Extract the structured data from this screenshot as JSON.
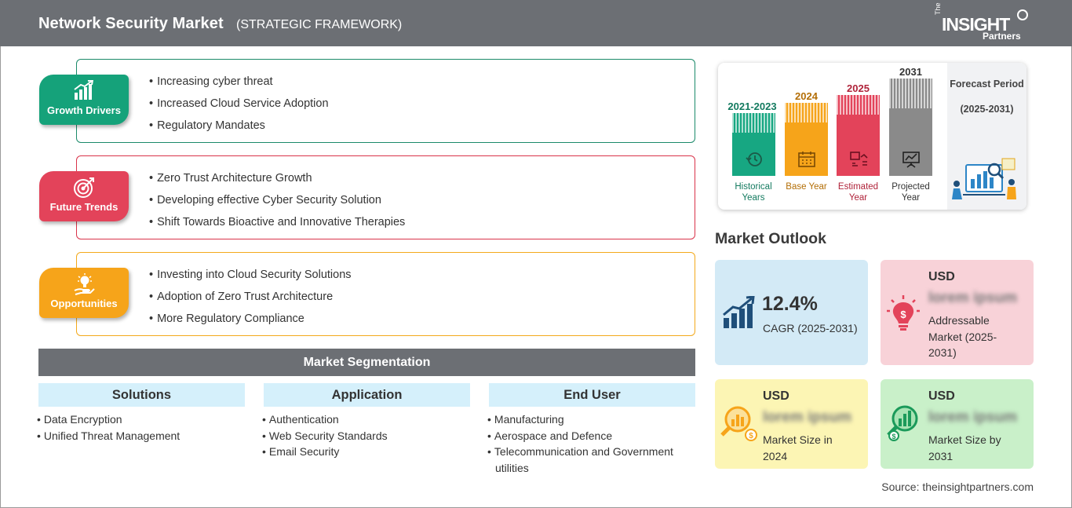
{
  "header": {
    "title": "Network Security Market",
    "subtitle": "(STRATEGIC FRAMEWORK)",
    "logo": {
      "the": "The",
      "insight": "INSIGHT",
      "partners": "Partners"
    }
  },
  "framework": [
    {
      "label": "Growth Drivers",
      "color": "#15a27a",
      "items": [
        "Increasing cyber threat",
        "Increased Cloud Service Adoption",
        "Regulatory Mandates"
      ]
    },
    {
      "label": "Future Trends",
      "color": "#e3435a",
      "items": [
        "Zero Trust Architecture Growth",
        "Developing effective Cyber Security Solution",
        "Shift Towards Bioactive and Innovative Therapies"
      ]
    },
    {
      "label": "Opportunities",
      "color": "#f6a41a",
      "items": [
        "Investing into Cloud Security Solutions",
        "Adoption of Zero Trust Architecture",
        "More Regulatory Compliance"
      ]
    }
  ],
  "segmentation": {
    "title": "Market Segmentation",
    "columns": [
      {
        "heading": "Solutions",
        "items": [
          "Data Encryption",
          "Unified Threat Management"
        ]
      },
      {
        "heading": "Application",
        "items": [
          "Authentication",
          "Web Security Standards",
          "Email Security"
        ]
      },
      {
        "heading": "End User",
        "items": [
          "Manufacturing",
          "Aerospace and Defence",
          "Telecommunication and Government utilities"
        ]
      }
    ]
  },
  "timeline": {
    "bars": [
      {
        "year": "2021-2023",
        "caption": "Historical Years",
        "color": "#17a782",
        "text_color": "#137a5f"
      },
      {
        "year": "2024",
        "caption": "Base Year",
        "color": "#f6a41a",
        "text_color": "#b36e06"
      },
      {
        "year": "2025",
        "caption": "Estimated Year",
        "color": "#e3435a",
        "text_color": "#b0233a"
      },
      {
        "year": "2031",
        "caption": "Projected Year",
        "color": "#8a8a8a",
        "text_color": "#333333"
      }
    ],
    "forecast_label": "Forecast Period",
    "forecast_range": "(2025-2031)"
  },
  "outlook": {
    "title": "Market Outlook",
    "cagr": {
      "value": "12.4%",
      "label": "CAGR (2025-2031)"
    },
    "addressable": {
      "currency": "USD",
      "value": "lorem ipsum",
      "label": "Addressable Market (2025-2031)"
    },
    "size_2024": {
      "currency": "USD",
      "value": "lorem ipsum",
      "label": "Market Size in 2024"
    },
    "size_2031": {
      "currency": "USD",
      "value": "lorem ipsum",
      "label": "Market Size by 2031"
    }
  },
  "source": "Source: theinsightpartners.com"
}
